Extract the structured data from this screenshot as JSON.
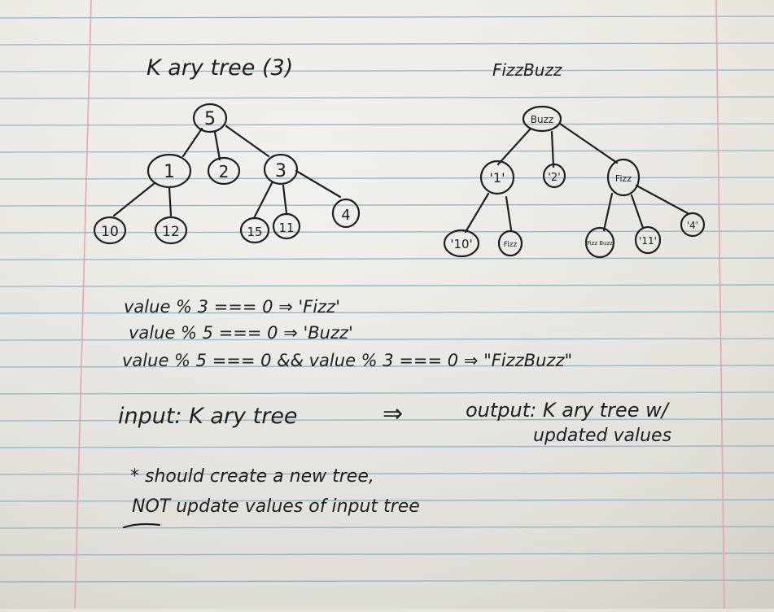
{
  "left_tree": {
    "title": "K ary tree (3)",
    "nodes": [
      "5",
      "1",
      "2",
      "3",
      "10",
      "12",
      "15",
      "11",
      "4"
    ]
  },
  "right_tree": {
    "title": "FizzBuzz",
    "nodes": [
      "Buzz",
      "'1'",
      "'2'",
      "Fizz",
      "'10'",
      "Fizz",
      "Fizz Buzz",
      "'11'",
      "'4'"
    ]
  },
  "rules": [
    "value % 3 === 0  ⇒  'Fizz'",
    "value % 5 === 0  ⇒  'Buzz'",
    "value % 5 === 0  &&  value % 3 === 0  ⇒  \"FizzBuzz\""
  ],
  "io": {
    "input": "input: K ary tree",
    "arrow": "⇒",
    "output_line1": "output: K ary tree w/",
    "output_line2": "updated values"
  },
  "note": {
    "line1": "* should create a new tree,",
    "line2": "NOT update values of input tree"
  }
}
